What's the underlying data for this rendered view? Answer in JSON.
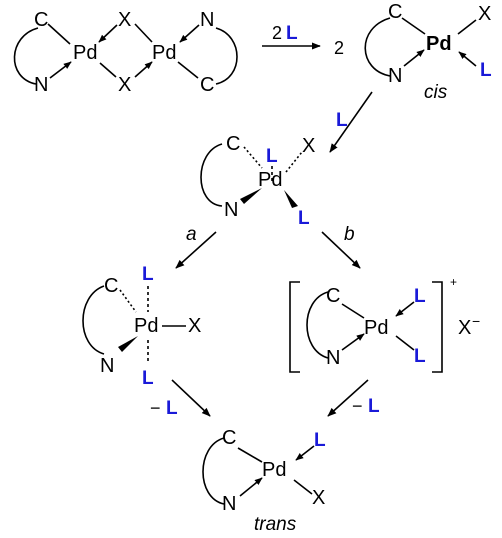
{
  "atoms": {
    "C": "C",
    "N": "N",
    "Pd": "Pd",
    "X": "X",
    "L": "L"
  },
  "reagents": {
    "step1_coef": "2",
    "step1_ligand": "L",
    "product_coef": "2",
    "step2_ligand": "L",
    "minus_sign": "−",
    "minus_L_left": "L",
    "minus_L_right": "L"
  },
  "path_labels": {
    "a": "a",
    "b": "b"
  },
  "isomer_labels": {
    "cis": "cis",
    "trans": "trans"
  },
  "ionic": {
    "charge": "+",
    "counter_anion": "X",
    "anion_charge": "−"
  }
}
